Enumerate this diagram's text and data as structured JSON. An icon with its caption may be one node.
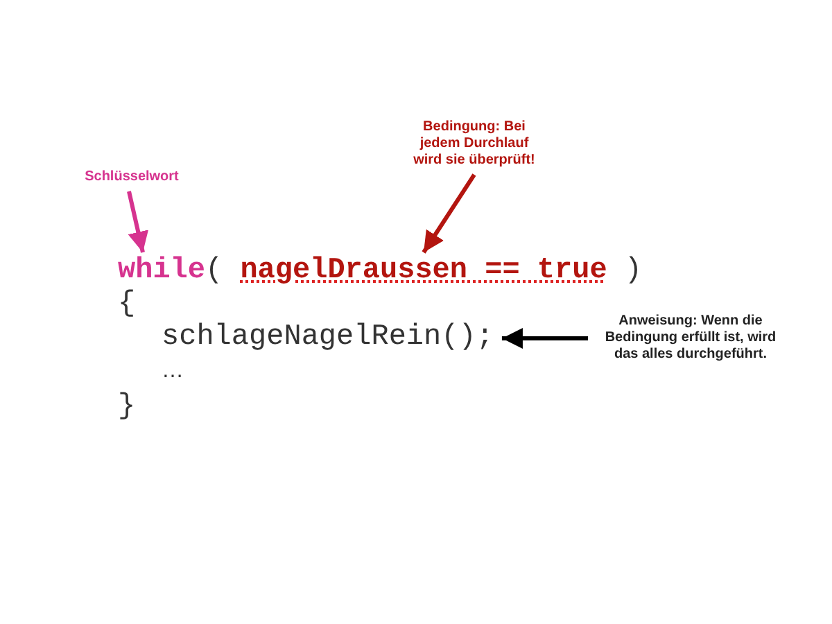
{
  "diagram": {
    "nodes": [
      {
        "text": [
          "Schlüsselwort"
        ]
      },
      {
        "text": [
          "while"
        ]
      },
      {
        "text": [
          "Bedingung: Bei jedem Durchlauf wird sie überprüft!"
        ]
      },
      {
        "text": [
          "nagelDraussen == true"
        ]
      },
      {
        "text": [
          "Anweisung: Wenn die Bedingung erfüllt ist, wird das alles durchgeführt."
        ]
      },
      {
        "text": [
          "schlageNagelRein();"
        ]
      }
    ],
    "edges": [
      {
        "from": 0,
        "to": 1,
        "arrow": "to",
        "color": "#d6338f"
      },
      {
        "from": 2,
        "to": 3,
        "arrow": "to",
        "color": "#b3150f"
      },
      {
        "from": 4,
        "to": 5,
        "arrow": "to",
        "color": "#000000"
      }
    ],
    "labels": [
      "(",
      ")",
      "{",
      "…",
      "}"
    ]
  }
}
